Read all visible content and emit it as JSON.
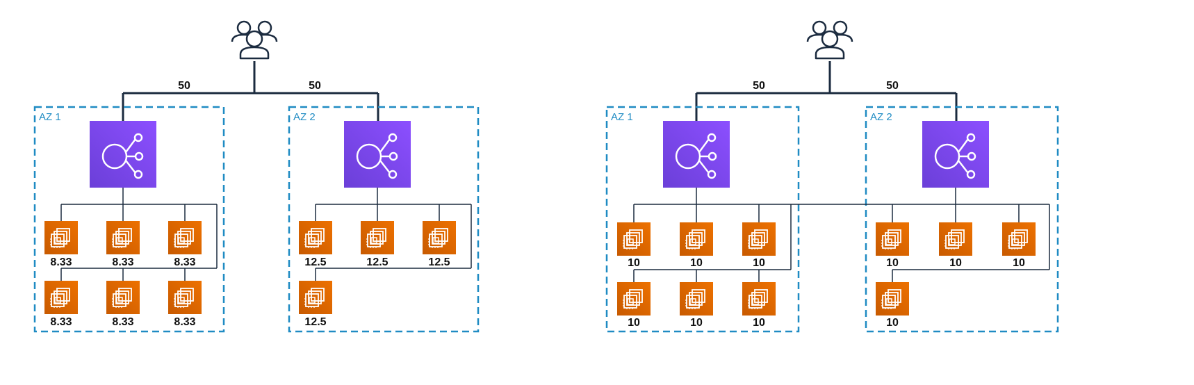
{
  "colors": {
    "line": "#1b2b3f",
    "az_border": "#1f8bc3",
    "lb_fill": "#8c4fff",
    "lb_fill_dark": "#6b3fd8",
    "ec2_fill": "#ed7100",
    "ec2_fill_dark": "#c85a00",
    "icon_stroke": "#ffffff"
  },
  "icons": {
    "users": "users-icon",
    "load_balancer": "elastic-load-balancer-icon",
    "instance": "ec2-instance-icon"
  },
  "left_diagram": {
    "traffic_az1": "50",
    "traffic_az2": "50",
    "az1": {
      "label": "AZ 1",
      "instances": [
        "8.33",
        "8.33",
        "8.33",
        "8.33",
        "8.33",
        "8.33"
      ]
    },
    "az2": {
      "label": "AZ 2",
      "instances": [
        "12.5",
        "12.5",
        "12.5",
        "12.5"
      ]
    }
  },
  "right_diagram": {
    "traffic_az1": "50",
    "traffic_az2": "50",
    "az1": {
      "label": "AZ 1",
      "instances": [
        "10",
        "10",
        "10",
        "10",
        "10",
        "10"
      ]
    },
    "az2": {
      "label": "AZ 2",
      "instances": [
        "10",
        "10",
        "10",
        "10"
      ]
    }
  }
}
